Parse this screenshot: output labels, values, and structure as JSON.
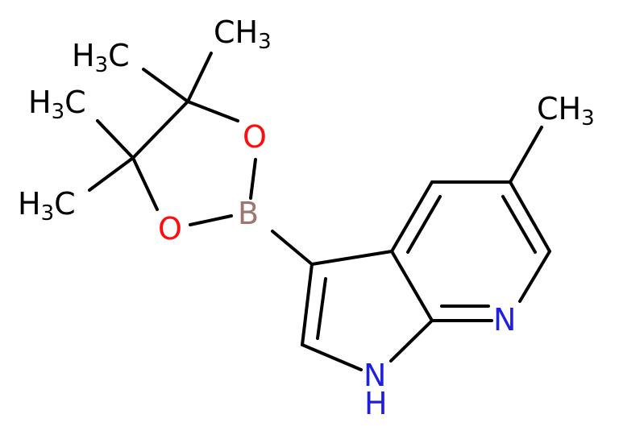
{
  "colors": {
    "bond": "#000000",
    "carbon": "#000000",
    "nitrogen": "#1f1fe0",
    "oxygen": "#ff0d0d",
    "boron": "#9e7670"
  },
  "atoms": {
    "ch3_top": {
      "main": "CH",
      "sub": "3"
    },
    "h3c_a": {
      "pre": "H",
      "sub": "3",
      "post": "C"
    },
    "h3c_b": {
      "pre": "H",
      "sub": "3",
      "post": "C"
    },
    "h3c_c": {
      "pre": "H",
      "sub": "3",
      "post": "C"
    },
    "ch3_right": {
      "main": "CH",
      "sub": "3"
    },
    "o_top": "O",
    "o_bottom": "O",
    "boron": "B",
    "n_pyridine": "N",
    "nh_h": "H",
    "nh_n": "N"
  }
}
